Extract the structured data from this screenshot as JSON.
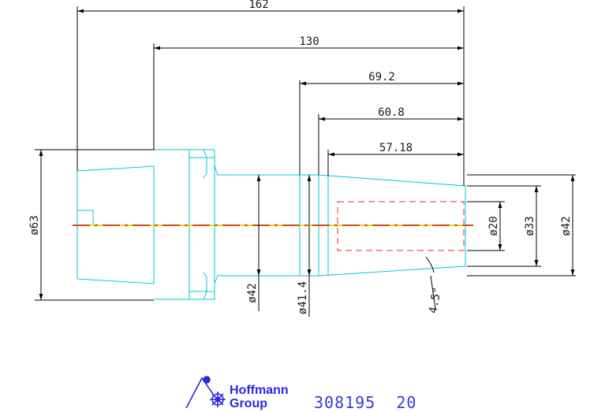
{
  "drawing": {
    "horizontal_dimensions": [
      "162",
      "130",
      "69.2",
      "60.8",
      "57.18"
    ],
    "diameter_dimensions": [
      "ø63",
      "ø42",
      "ø41.4",
      "ø20",
      "ø33",
      "ø42"
    ],
    "angle_dimension": "4.5°"
  },
  "footer": {
    "brand_line1": "Hoffmann",
    "brand_line2": "Group",
    "part_number": "308195  20"
  },
  "colors": {
    "outline": "#00c8d8",
    "dimension": "#000000",
    "centerline_yellow": "#e8e000",
    "centerline_red": "#d81818",
    "hidden_line": "#e03030",
    "brand": "#2a2ad8"
  }
}
